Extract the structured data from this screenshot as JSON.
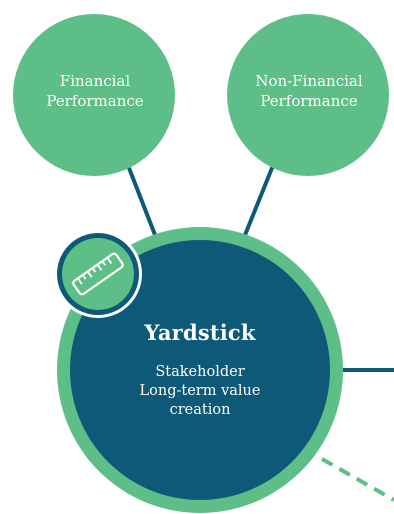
{
  "colors": {
    "bubble_green": "#5dbf87",
    "ring_green": "#5dbf87",
    "core_navy": "#0e5878",
    "connector_navy": "#0e5878",
    "dashed_green": "#5dbf87",
    "text": "#ffffff"
  },
  "nodes": {
    "financial": {
      "line1": "Financial",
      "line2": "Performance"
    },
    "non_financial": {
      "line1": "Non-Financial",
      "line2": "Performance"
    },
    "core": {
      "title": "Yardstick",
      "line1": "Stakeholder",
      "line2": "Long-term value",
      "line3": "creation",
      "badge_icon": "ruler-icon"
    }
  }
}
